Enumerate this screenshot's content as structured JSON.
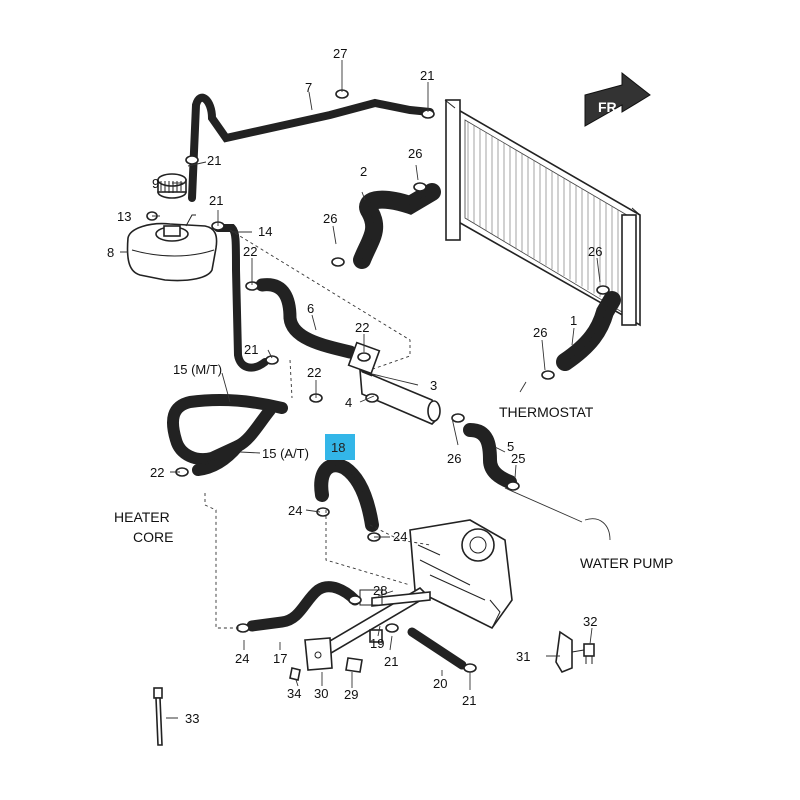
{
  "labels": {
    "n27": "27",
    "n21a": "21",
    "n7": "7",
    "n21b": "21",
    "n9": "9",
    "n21c": "21",
    "n13": "13",
    "n14": "14",
    "n8": "8",
    "n22a": "22",
    "n2": "2",
    "n26a": "26",
    "n26b": "26",
    "n26c": "26",
    "n1": "1",
    "n26d": "26",
    "n6": "6",
    "n22b": "22",
    "n21d": "21",
    "n3": "3",
    "n22c": "22",
    "n4": "4",
    "n15mt": "15 (M/T)",
    "n15at": "15 (A/T)",
    "n18": "18",
    "n5": "5",
    "n26e": "26",
    "n25": "25",
    "n22d": "22",
    "n24a": "24",
    "n24b": "24",
    "n28": "28",
    "n19": "19",
    "n21e": "21",
    "n24c": "24",
    "n17": "17",
    "n20": "20",
    "n21f": "21",
    "n34": "34",
    "n30": "30",
    "n29": "29",
    "n31": "31",
    "n32": "32",
    "n33": "33"
  },
  "captions": {
    "thermostat": "THERMOSTAT",
    "heater_line1": "HEATER",
    "heater_line2": "CORE",
    "water_pump": "WATER PUMP",
    "fr_badge": "FR"
  },
  "highlight": {
    "part": "18",
    "color": "#33b6e8"
  }
}
